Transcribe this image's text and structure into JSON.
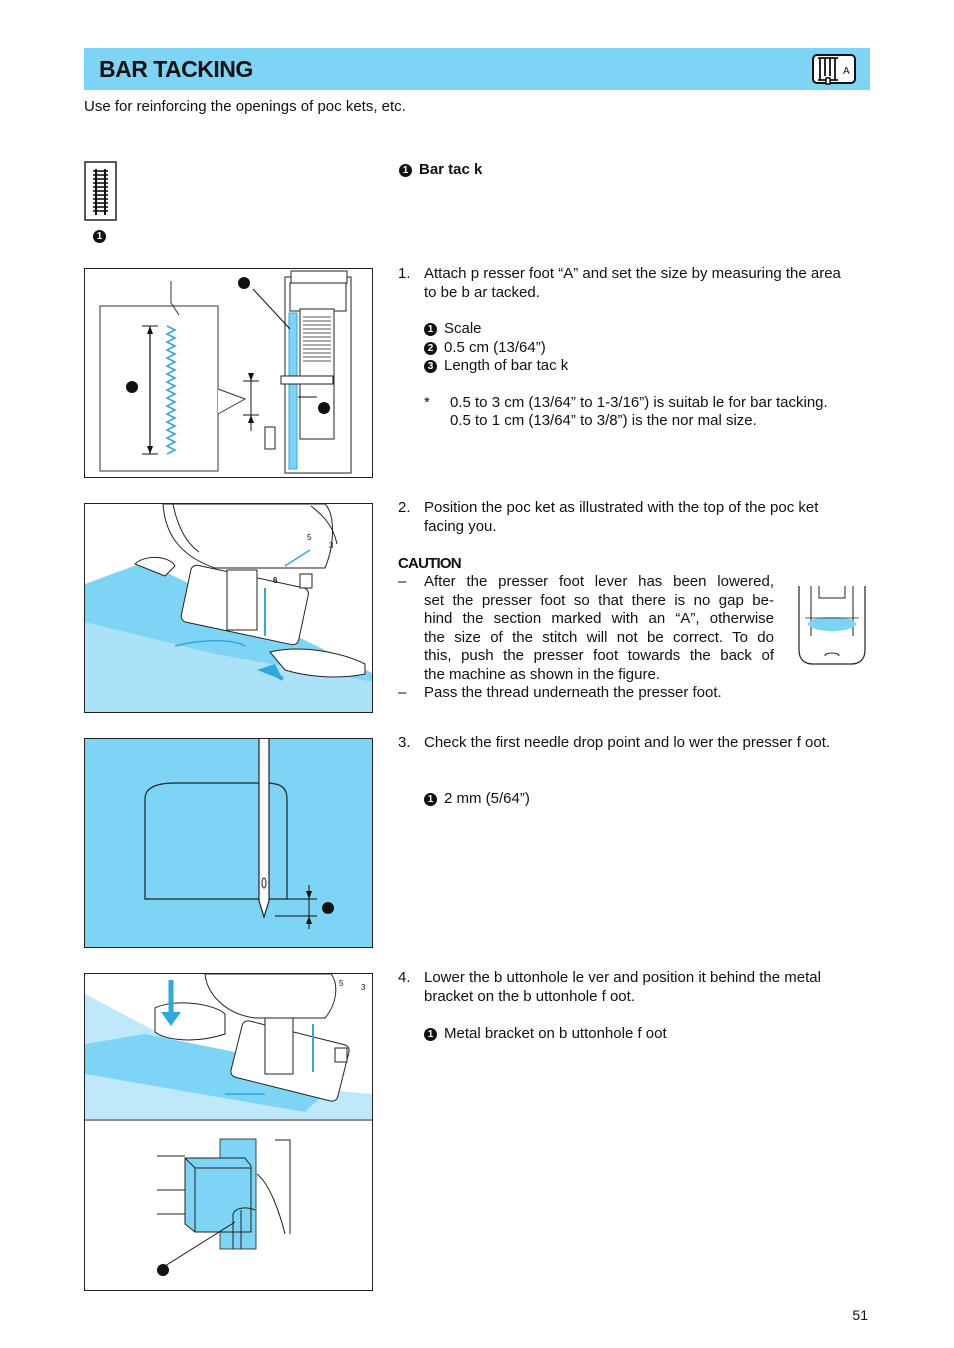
{
  "header": {
    "title": "BAR TACKING",
    "icon_letter": "A"
  },
  "intro": "Use for reinforcing the openings of poc   kets, etc.",
  "stitch_legend": {
    "marker": "1",
    "label": "Bar tac k"
  },
  "step1": {
    "num": "1.",
    "line1": "Attach p resser foot “A” and set the size by measuring the area",
    "line2": "to be b ar tacked.",
    "items": [
      {
        "marker": "1",
        "text": "Scale"
      },
      {
        "marker": "2",
        "text": "0.5 cm (13/64”)"
      },
      {
        "marker": "3",
        "text": "Length of bar tac k"
      }
    ],
    "note_star": "*",
    "note_line1": "0.5 to 3 cm (13/64”  to 1-3/16”) is suitab le for bar tacking.",
    "note_line2": "0.5 to 1 cm (13/64”  to 3/8”) is the nor mal size."
  },
  "step2": {
    "num": "2.",
    "line1": "Position the poc ket as illustrated with the top of the poc   ket",
    "line2": "facing you.",
    "caution_title": "CAUTION",
    "dash1": "–",
    "caution1_lines": [
      "After the presser foot lever has been lowered,",
      "set the presser foot so that there is no gap be-",
      "hind the section marked with an “A”, otherwise",
      "the size of the stitch will not be correct. To do",
      "this, push the presser foot towards the back of",
      "the machine as shown in the figure."
    ],
    "dash2": "–",
    "caution2": "Pass the thread underneath the presser foot."
  },
  "step3": {
    "num": "3.",
    "line1": "Check the first needle drop point and lo   wer the presser f oot.",
    "item": {
      "marker": "1",
      "text": "2 mm (5/64”)"
    }
  },
  "step4": {
    "num": "4.",
    "line1": "Lower the b uttonhole le ver and position it behind the metal",
    "line2": "bracket on the b uttonhole f oot.",
    "item": {
      "marker": "1",
      "text": "Metal bracket on b uttonhole f oot"
    }
  },
  "dial_numbers": {
    "five": "5",
    "six": "6",
    "three": "3"
  },
  "page_number": "51",
  "colors": {
    "header_bg": "#7dd4f5",
    "fabric_blue": "#7dd4f5",
    "stitch_blue": "#2fa8e0"
  }
}
